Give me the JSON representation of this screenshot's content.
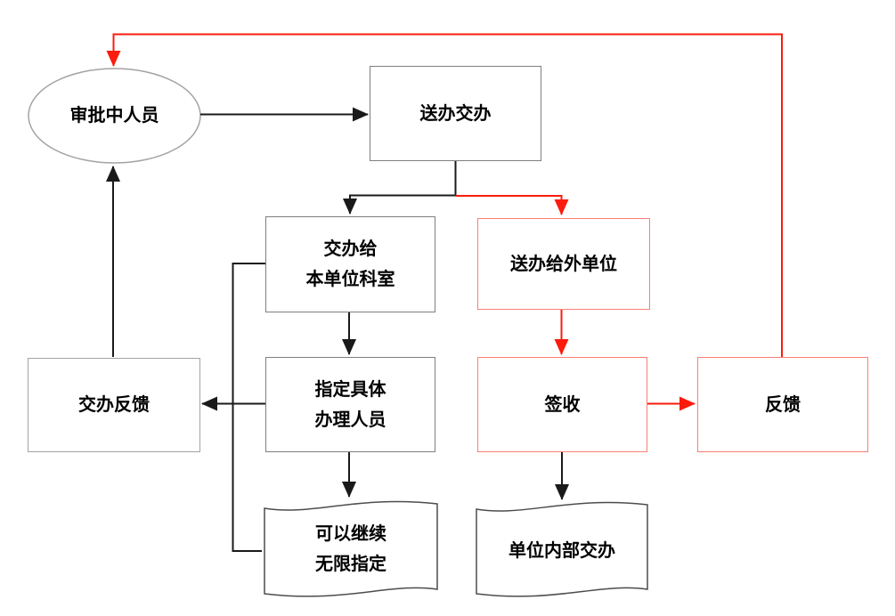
{
  "diagram": {
    "type": "flowchart",
    "colors": {
      "background": "#ffffff",
      "black_line": "#1a1a1a",
      "gray_box_border": "#7f7f7f",
      "light_gray_border": "#a3a3a3",
      "red_line": "#fb1c0e",
      "red_box_border": "#fb7f75",
      "text": "#000000"
    },
    "nodes": {
      "approver": {
        "shape": "ellipse",
        "label": "审批中人员"
      },
      "send_assign": {
        "shape": "rect",
        "label": "送办交办"
      },
      "assign_dept": {
        "shape": "rect",
        "line1": "交办给",
        "line2": "本单位科室"
      },
      "send_external": {
        "shape": "rect",
        "label": "送办给外单位"
      },
      "assign_feedback": {
        "shape": "rect",
        "label": "交办反馈"
      },
      "designate_person": {
        "shape": "rect",
        "line1": "指定具体",
        "line2": "办理人员"
      },
      "sign_receive": {
        "shape": "rect",
        "label": "签收"
      },
      "feedback": {
        "shape": "rect",
        "label": "反馈"
      },
      "unlimited_designate": {
        "shape": "tape",
        "line1": "可以继续",
        "line2": "无限指定"
      },
      "internal_assign": {
        "shape": "tape",
        "label": "单位内部交办"
      }
    },
    "edges": [
      {
        "from": "approver",
        "to": "send_assign",
        "color": "black"
      },
      {
        "from": "send_assign",
        "to": "assign_dept",
        "color": "black"
      },
      {
        "from": "send_assign",
        "to": "send_external",
        "color": "red"
      },
      {
        "from": "assign_dept",
        "to": "designate_person",
        "color": "black"
      },
      {
        "from": "designate_person",
        "to": "unlimited_designate",
        "color": "black"
      },
      {
        "from": "designate_person",
        "to": "assign_feedback",
        "color": "black"
      },
      {
        "from": "assign_dept+unlimited_designate",
        "to": "assign_feedback",
        "color": "black"
      },
      {
        "from": "assign_feedback",
        "to": "approver",
        "color": "black"
      },
      {
        "from": "send_external",
        "to": "sign_receive",
        "color": "red"
      },
      {
        "from": "sign_receive",
        "to": "feedback",
        "color": "red"
      },
      {
        "from": "sign_receive",
        "to": "internal_assign",
        "color": "black"
      },
      {
        "from": "feedback",
        "to": "approver",
        "color": "red"
      }
    ]
  }
}
